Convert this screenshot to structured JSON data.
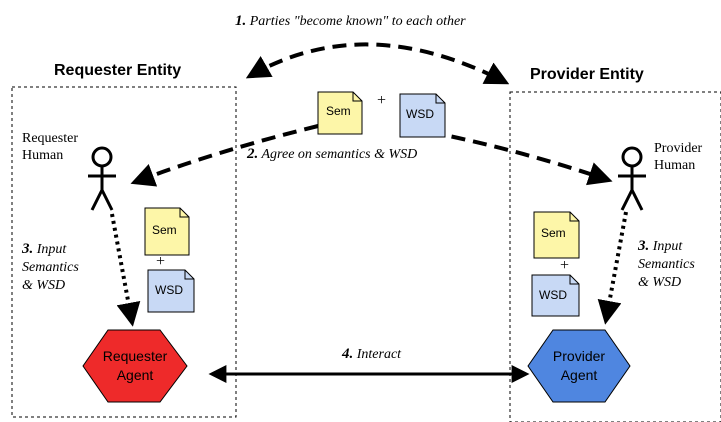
{
  "entities": {
    "requester_title": "Requester Entity",
    "provider_title": "Provider Entity"
  },
  "steps": {
    "step1_number": "1.",
    "step1_text": "Parties \"become known\" to each other",
    "step2_number": "2.",
    "step2_text": "Agree on semantics & WSD",
    "step3_left_number": "3.",
    "step3_left_line1": "Input",
    "step3_left_line2": "Semantics",
    "step3_left_line3": "& WSD",
    "step3_right_number": "3.",
    "step3_right_line1": "Input",
    "step3_right_line2": "Semantics",
    "step3_right_line3": "& WSD",
    "step4_number": "4.",
    "step4_text": "Interact"
  },
  "humans": {
    "requester_line1": "Requester",
    "requester_line2": "Human",
    "provider_line1": "Provider",
    "provider_line2": "Human"
  },
  "documents": {
    "sem_label": "Sem",
    "wsd_label": "WSD",
    "plus": "+"
  },
  "agents": {
    "requester_line1": "Requester",
    "requester_line2": "Agent",
    "provider_line1": "Provider",
    "provider_line2": "Agent"
  },
  "colors": {
    "requester_agent": "#ee2a2a",
    "provider_agent": "#4f86e0",
    "sem_doc": "#fdf6a8",
    "wsd_doc": "#c8d9f5"
  }
}
